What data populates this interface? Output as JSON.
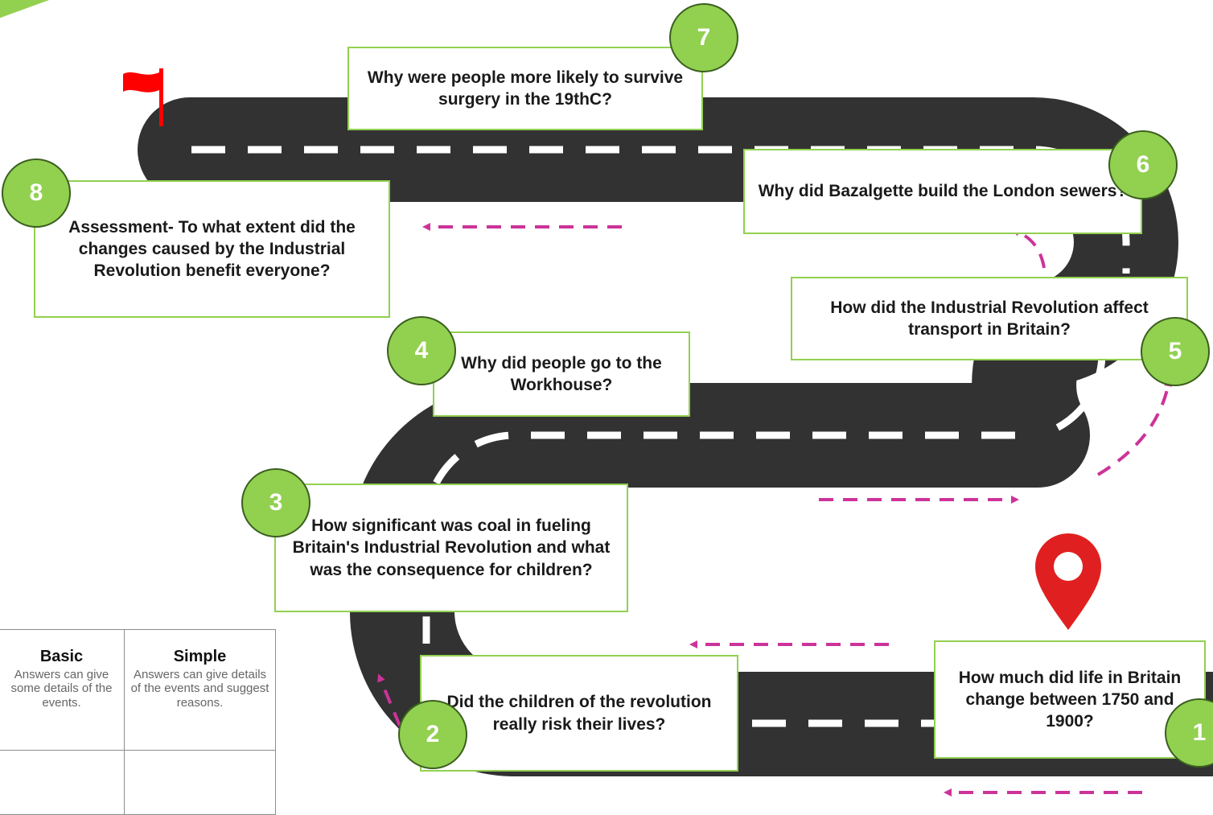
{
  "colors": {
    "road": "#323232",
    "road_marking": "#ffffff",
    "accent_green": "#92d050",
    "badge_outline": "#3a5f1e",
    "arrow": "#cc3399",
    "flag": "#ff0000",
    "pin": "#e02020"
  },
  "icons": {
    "start_marker": "map-pin-icon",
    "finish_marker": "red-flag-icon"
  },
  "steps": [
    {
      "number": "1",
      "question": "How much did life in Britain change between 1750 and 1900?"
    },
    {
      "number": "2",
      "question": "Did the children of the revolution really risk their lives?"
    },
    {
      "number": "3",
      "question": "How significant was coal in fueling Britain's Industrial Revolution and what was the consequence for children?"
    },
    {
      "number": "4",
      "question": "Why did people go to the Workhouse?"
    },
    {
      "number": "5",
      "question": "How did the Industrial Revolution affect transport in Britain?"
    },
    {
      "number": "6",
      "question": "Why did Bazalgette build the London sewers?"
    },
    {
      "number": "7",
      "question": "Why were people more likely to survive surgery in the 19thC?"
    },
    {
      "number": "8",
      "question": "Assessment- To what extent did the changes caused by the Industrial Revolution benefit everyone?"
    }
  ],
  "key": [
    {
      "level": "Basic",
      "description": "Answers can give some details of the events."
    },
    {
      "level": "Simple",
      "description": "Answers can give details of the events and suggest reasons."
    }
  ]
}
